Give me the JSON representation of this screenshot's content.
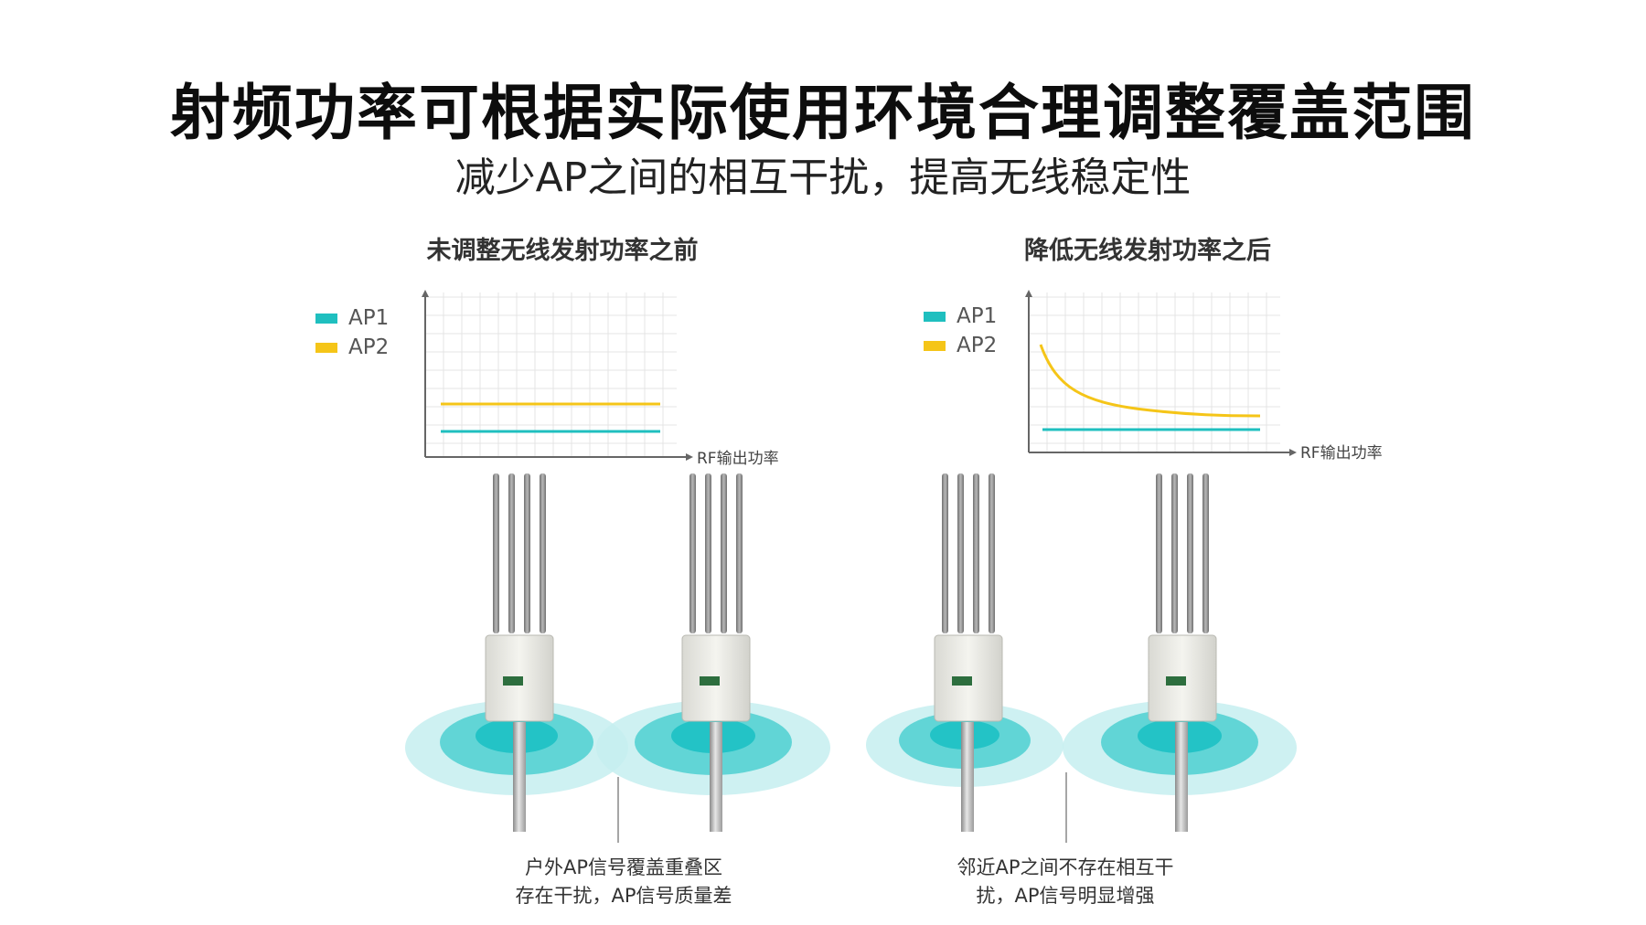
{
  "title": "射频功率可根据实际使用环境合理调整覆盖范围",
  "subtitle": "减少AP之间的相互干扰，提高无线稳定性",
  "colors": {
    "ap1": "#1fbfbf",
    "ap2": "#f5c518",
    "grid": "#e4e4e4",
    "axis": "#666666"
  },
  "panels": [
    {
      "heading": "未调整无线发射功率之前",
      "legend": [
        {
          "label": "AP1",
          "color": "#1fbfbf"
        },
        {
          "label": "AP2",
          "color": "#f5c518"
        }
      ],
      "x_axis_label": "RF输出功率",
      "caption_line1": "户外AP信号覆盖重叠区",
      "caption_line2": "存在干扰，AP信号质量差"
    },
    {
      "heading": "降低无线发射功率之后",
      "legend": [
        {
          "label": "AP1",
          "color": "#1fbfbf"
        },
        {
          "label": "AP2",
          "color": "#f5c518"
        }
      ],
      "x_axis_label": "RF输出功率",
      "caption_line1": "邻近AP之间不存在相互干",
      "caption_line2": "扰，AP信号明显增强"
    }
  ]
}
